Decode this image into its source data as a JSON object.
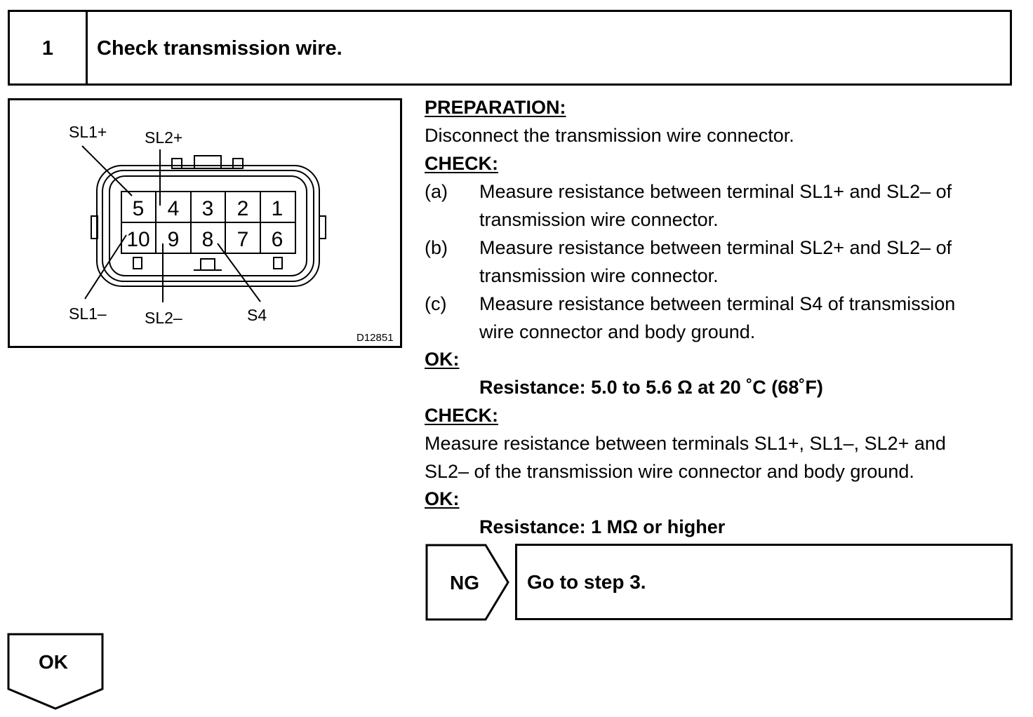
{
  "step": {
    "number": "1",
    "title": "Check transmission wire."
  },
  "diagram": {
    "pin_labels": [
      "5",
      "4",
      "3",
      "2",
      "1",
      "10",
      "9",
      "8",
      "7",
      "6"
    ],
    "callouts": {
      "sl1_plus": "SL1+",
      "sl2_plus": "SL2+",
      "sl1_minus": "SL1–",
      "sl2_minus": "SL2–",
      "s4": "S4"
    },
    "figure_code": "D12851"
  },
  "procedure": {
    "preparation_heading": "PREPARATION:",
    "preparation_text": "Disconnect the transmission wire connector.",
    "check1_heading": "CHECK:",
    "check1_items": [
      {
        "marker": "(a)",
        "line1": "Measure resistance between terminal SL1+ and SL2– of",
        "line2": "transmission wire connector."
      },
      {
        "marker": "(b)",
        "line1": "Measure resistance between terminal SL2+ and SL2– of",
        "line2": "transmission wire connector."
      },
      {
        "marker": "(c)",
        "line1": "Measure resistance between terminal S4 of transmission",
        "line2": "wire connector and body ground."
      }
    ],
    "ok1_heading": "OK:",
    "ok1_value": "Resistance: 5.0 to 5.6 Ω at 20 ˚C (68˚F)",
    "check2_heading": "CHECK:",
    "check2_line1": "Measure resistance between terminals SL1+, SL1–, SL2+ and",
    "check2_line2": "SL2– of the transmission wire connector and body ground.",
    "ok2_heading": "OK:",
    "ok2_value": "Resistance: 1 MΩ or higher"
  },
  "branches": {
    "ng_label": "NG",
    "ng_action": "Go to step 3.",
    "ok_label": "OK"
  }
}
